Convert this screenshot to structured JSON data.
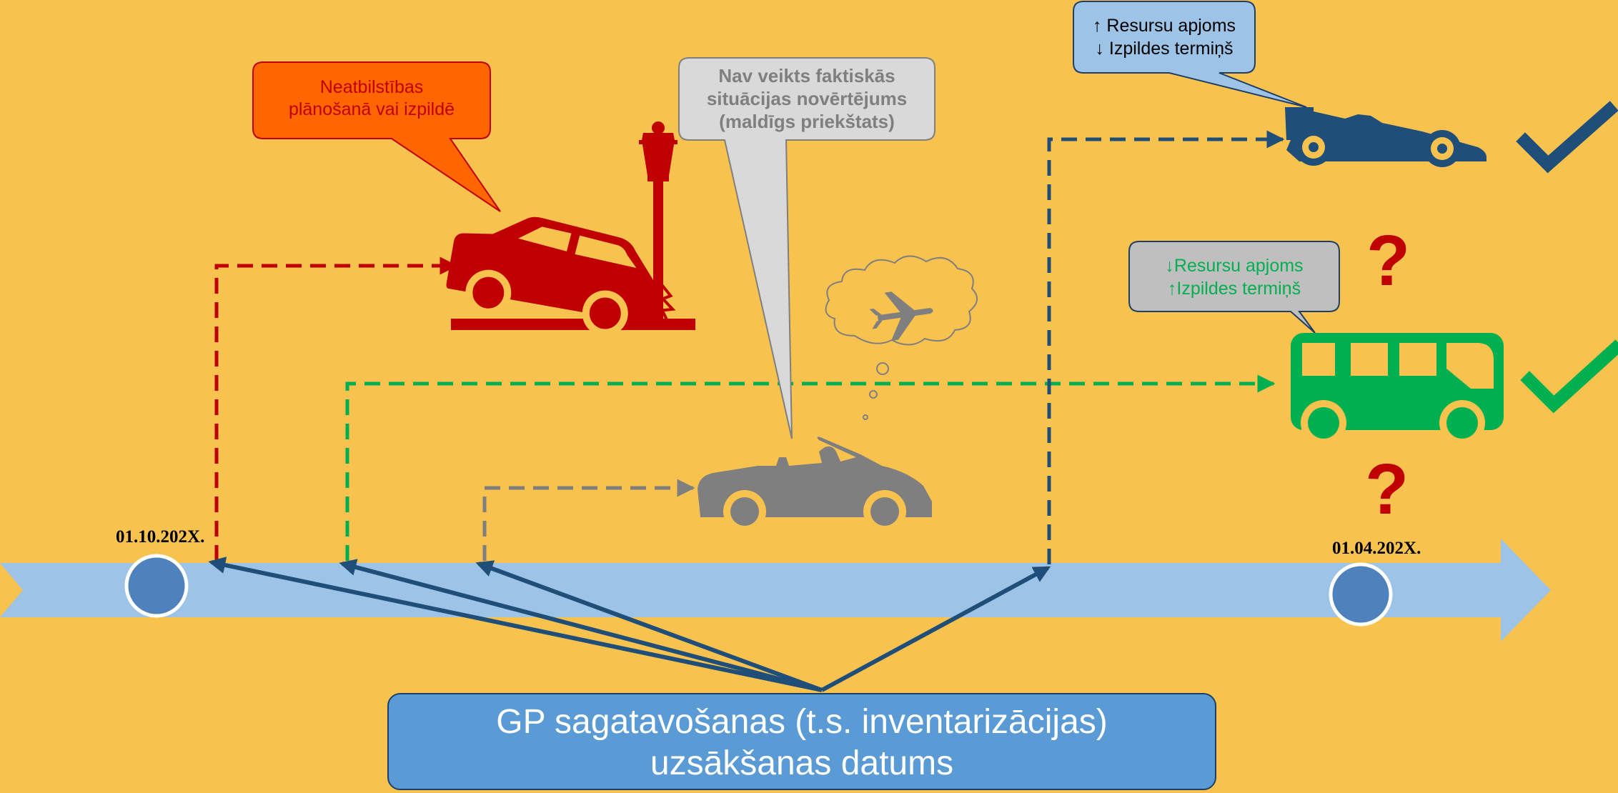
{
  "timeline": {
    "start_date": "01.10.202X",
    "end_date": "01.04.202X"
  },
  "bubbles": {
    "crash": {
      "line1": "Neatbilstības",
      "line2": "plānošanā vai izpildē",
      "color": "#C00000",
      "fill": "#FF6600"
    },
    "convertible": {
      "line1": "Nav veikts faktiskās",
      "line2": "situācijas novērtējums",
      "line3": "(maldīgs priekštats)",
      "color": "#7F7F7F",
      "fill": "#D9D9D9"
    },
    "racecar": {
      "line1": "↑ Resursu apjoms",
      "line2": "↓ Izpildes termiņš",
      "color": "#000000",
      "fill": "#9DC3E6"
    },
    "bus": {
      "line1": "↓Resursu apjoms",
      "line2": "↑Izpildes termiņš",
      "color": "#00B050",
      "fill": "#BFBFBF"
    }
  },
  "marks": {
    "question": "?"
  },
  "gp_box": {
    "line1": "GP sagatavošanas (t.s. inventarizācijas)",
    "line2": "uzsākšanas datums"
  },
  "icons": [
    "crashed-car-icon",
    "lamp-post-icon",
    "convertible-car-icon",
    "thought-cloud-icon",
    "airplane-icon",
    "race-car-icon",
    "bus-icon",
    "checkmark-icon",
    "question-mark-icon"
  ],
  "colors": {
    "background": "#F8C24F",
    "timeline": "#9DC3E6",
    "node": "#4F81BD",
    "dark_blue": "#1F4E79",
    "red": "#C00000",
    "green": "#00B050",
    "gray": "#7F7F7F"
  }
}
